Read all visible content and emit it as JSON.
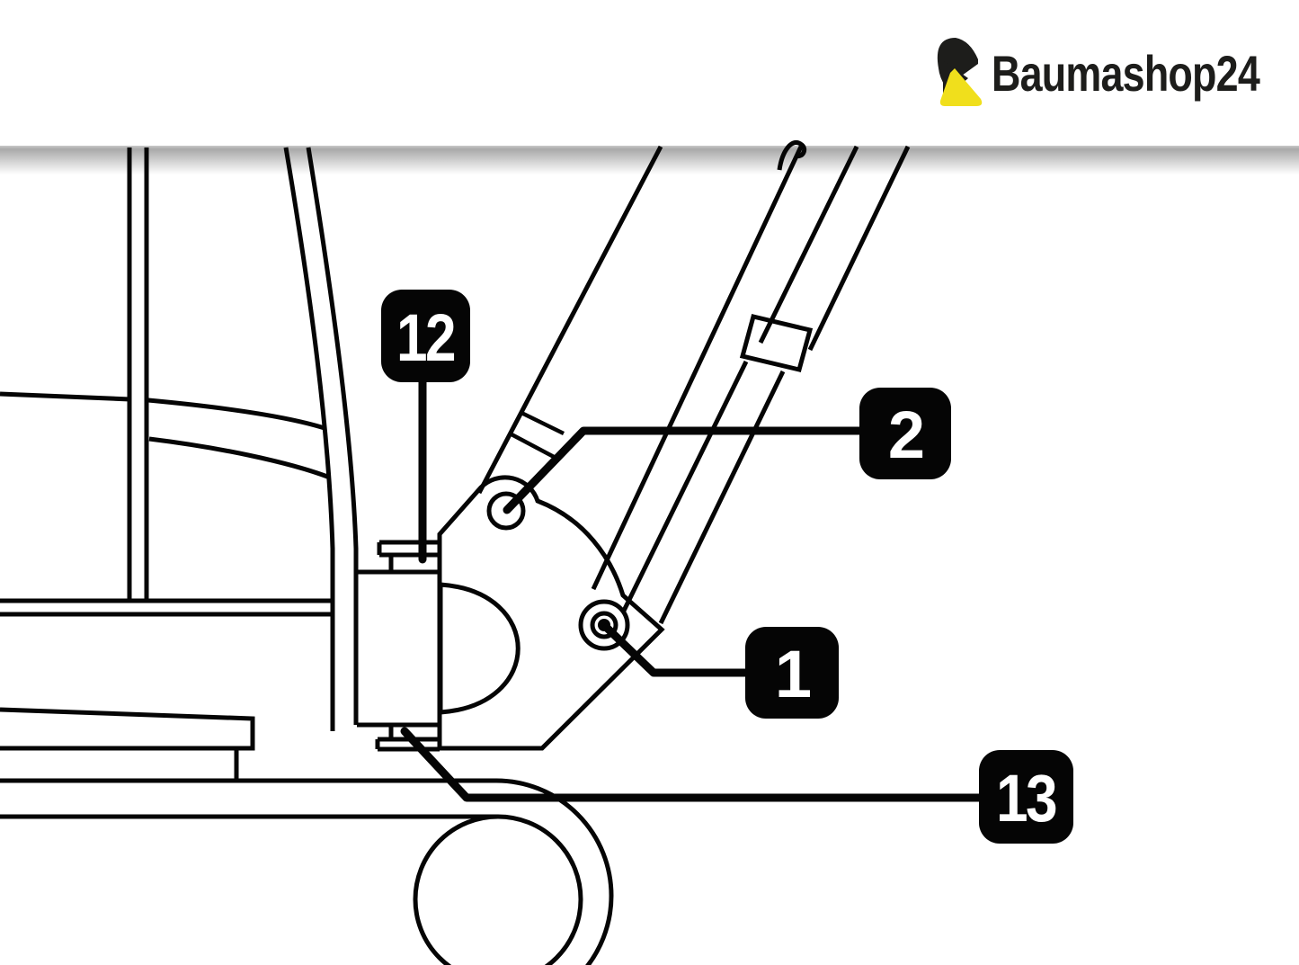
{
  "header": {
    "logo": {
      "text": "Baumashop24",
      "text_color": "#1d1d1b",
      "mark_black": "#1d1d1b",
      "mark_yellow": "#F0DF1C"
    }
  },
  "diagram": {
    "kind": "excavator boom-mount parts line drawing",
    "background": "#ffffff",
    "line_color": "#050505",
    "fold_shadow_color": "#a9a9a9",
    "marker_bg": "#050505",
    "marker_text_color": "#ffffff",
    "part_markers": [
      {
        "number": "12"
      },
      {
        "number": "2"
      },
      {
        "number": "1"
      },
      {
        "number": "13"
      }
    ]
  }
}
